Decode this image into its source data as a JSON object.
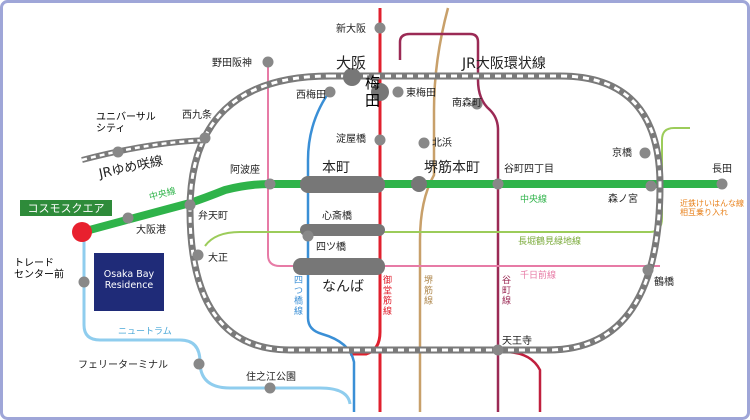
{
  "lines": {
    "loop": {
      "name": "JR大阪環状線",
      "color": "#8a8a8a"
    },
    "chuo": {
      "name": "中央線",
      "color": "#2fb34a"
    },
    "yotsubashi": {
      "name": "四つ橋線",
      "color": "#3a8fd6"
    },
    "midosuji": {
      "name": "御堂筋線",
      "color": "#e0202e"
    },
    "sakaisuji": {
      "name": "堺筋線",
      "color": "#c8a06a"
    },
    "tanimachi": {
      "name": "谷町線",
      "color": "#9b2a55"
    },
    "sennichimae": {
      "name": "千日前線",
      "color": "#e77ba6"
    },
    "nagahori": {
      "name": "長堀鶴見緑地線",
      "color": "#9ccc5a"
    },
    "newtram": {
      "name": "ニュートラム",
      "color": "#8fcdee"
    },
    "yumesaki": {
      "name": "JRゆめ咲線",
      "color": "#777777"
    },
    "keihanna": {
      "name": "近鉄けいはんな線\n相互乗り入れ",
      "color": "#e8801a"
    }
  },
  "stations": {
    "shinosaka": "新大阪",
    "osaka": "大阪",
    "umeda": "梅田",
    "nishiumeda": "西梅田",
    "higashiumeda": "東梅田",
    "nodahanshin": "野田阪神",
    "minamimorimachi": "南森町",
    "universal_city": "ユニバーサル\nシティ",
    "nishikujo": "西九条",
    "yodoyabashi": "淀屋橋",
    "kitahama": "北浜",
    "awaza": "阿波座",
    "honmachi": "本町",
    "sakaisuji_honmachi": "堺筋本町",
    "tanimachi4": "谷町四丁目",
    "kyobashi": "京橋",
    "nagata": "長田",
    "morinomiya": "森ノ宮",
    "cosmosquare": "コスモスクエア",
    "osakako": "大阪港",
    "bentencho": "弁天町",
    "shinsaibashi": "心斎橋",
    "yotsubashi_st": "四ツ橋",
    "taisho": "大正",
    "namba": "なんば",
    "tsuruhashi": "鶴橋",
    "trade_center": "トレード\nセンター前",
    "ferry": "フェリーターミナル",
    "suminoe": "住之江公園",
    "tennoji": "天王寺"
  },
  "building": {
    "name": "Osaka Bay\nResidence",
    "color": "#1f2b78"
  },
  "colors": {
    "frame": "#9fa6d8",
    "label_bg": "#2e8b3a",
    "highlight": "#e8202e",
    "station_fill": "#888888"
  }
}
